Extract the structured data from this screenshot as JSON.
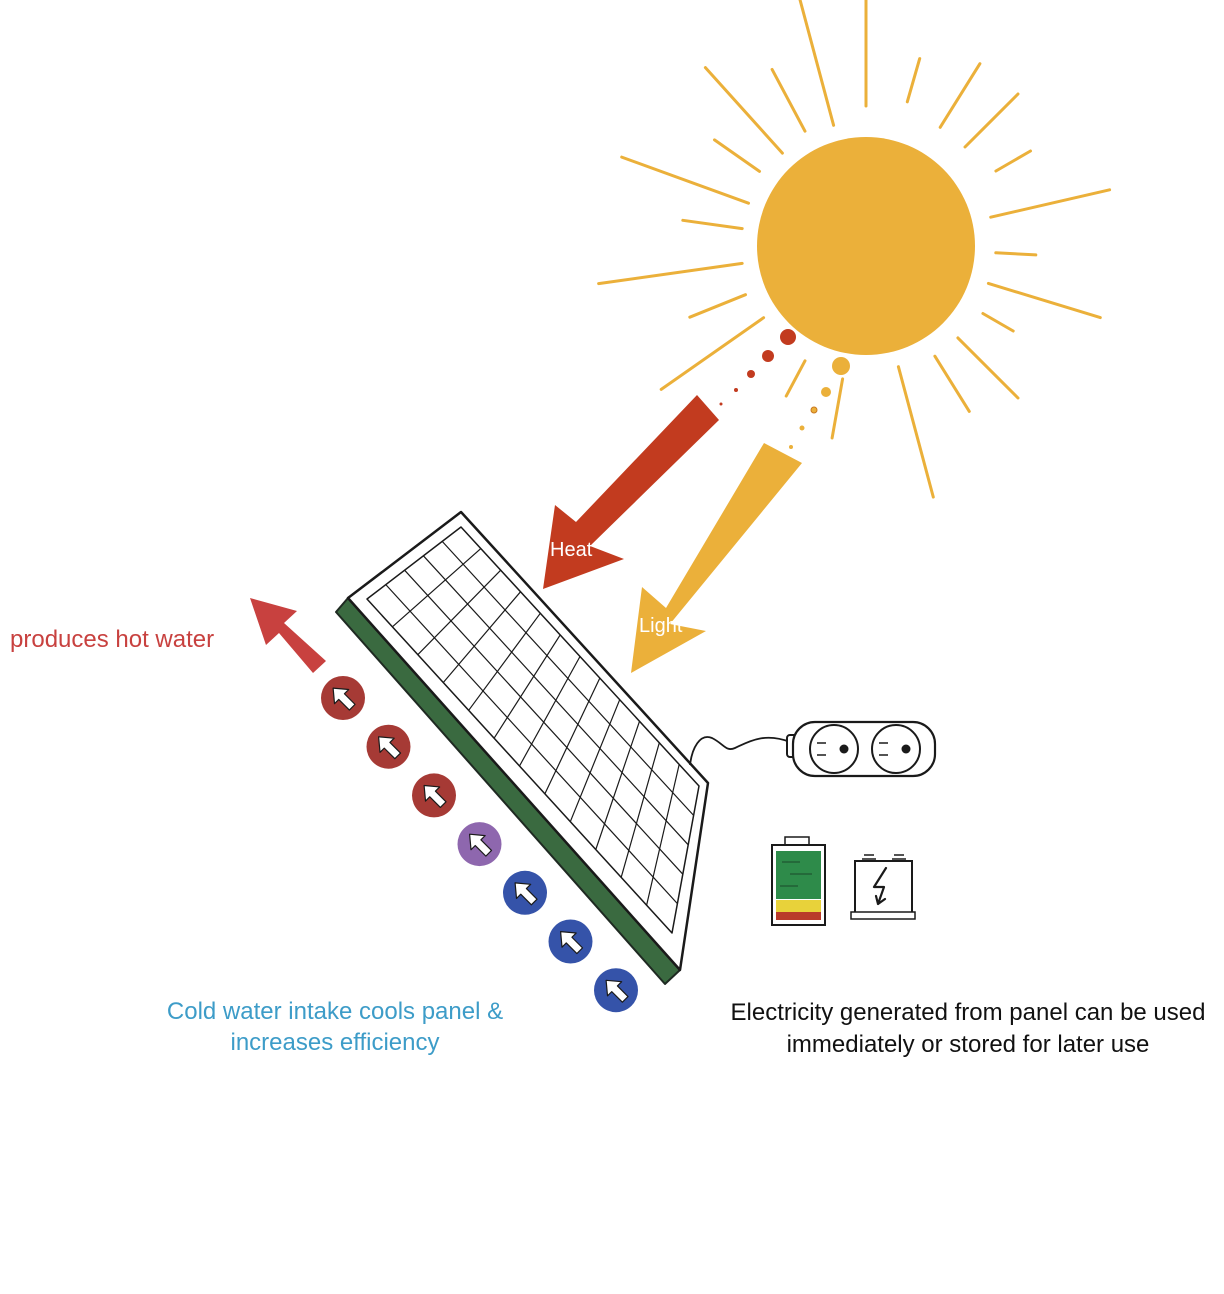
{
  "labels": {
    "heat": "Heat",
    "light": "Light",
    "hot_water": "produces hot water",
    "cold_water_line1": "Cold water intake cools panel &",
    "cold_water_line2": "increases efficiency",
    "electricity_line1": "Electricity generated from panel can be used",
    "electricity_line2": "immediately or stored for later use"
  },
  "colors": {
    "sun": "#ebb03a",
    "heat": "#c23b1f",
    "hot_water": "#c8413f",
    "cold_water_text": "#3d9cc8",
    "water_hot_dot": "#a63a35",
    "water_warm_dot": "#8e67ae",
    "water_cold_dot": "#3553a9",
    "panel_frame": "#3a6a40",
    "battery_green": "#2e8b4a",
    "battery_yellow": "#e8d23a",
    "battery_red": "#b93a2a"
  },
  "water_dots": [
    "hot",
    "hot",
    "hot",
    "warm",
    "cold",
    "cold",
    "cold"
  ],
  "icons": [
    "sun-icon",
    "solar-panel-icon",
    "power-outlet-icon",
    "battery-icon",
    "capacitor-icon"
  ]
}
